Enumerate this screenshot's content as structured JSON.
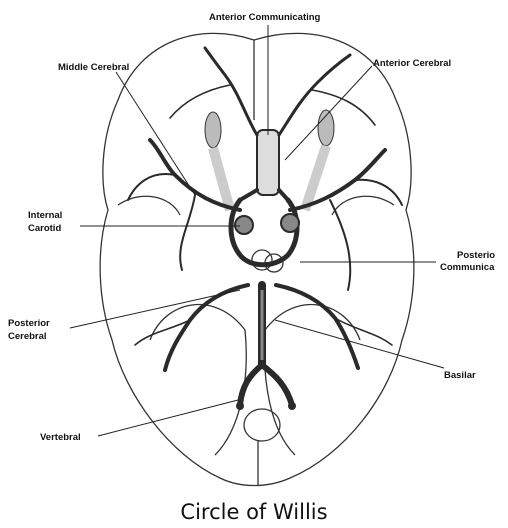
{
  "labels": {
    "anterior_communicating": "Anterior Communicating",
    "anterior_cerebral": "Anterior Cerebral",
    "middle_cerebral": "Middle Cerebral",
    "internal_carotid_line1": "Internal",
    "internal_carotid_line2": "Carotid",
    "posterior_communicating_line1": "Posterio",
    "posterior_communicating_line2": "Communica",
    "posterior_cerebral_line1": "Posterior",
    "posterior_cerebral_line2": "Cerebral",
    "basilar": "Basilar",
    "vertebral": "Vertebral"
  },
  "caption": "Circle of Willis",
  "colors": {
    "ink": "#2a2a2a",
    "shading": "#9a9a9a",
    "background": "#ffffff"
  }
}
